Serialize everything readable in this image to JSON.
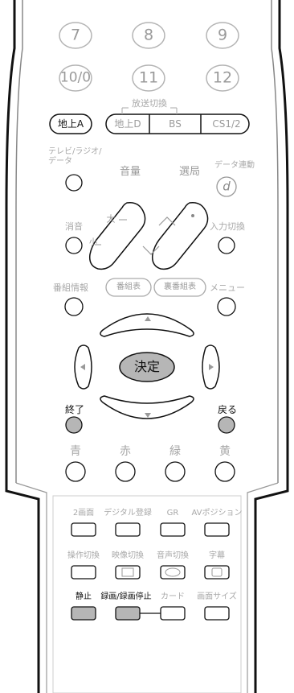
{
  "digit_buttons": [
    "7",
    "8",
    "9",
    "10/0",
    "11",
    "12"
  ],
  "broadcast_switch": {
    "caption": "放送切換",
    "terrestrial_analog": "地上A",
    "terrestrial_digital": "地上D",
    "bs": "BS",
    "cs": "CS1/2"
  },
  "labels": {
    "tv_radio_data_line1": "テレビ/ラジオ/",
    "tv_radio_data_line2": "データ",
    "volume": "音量",
    "channel_select": "選局",
    "data_link": "データ連動",
    "data_symbol": "d",
    "volume_up": "大",
    "volume_down": "小",
    "mute": "消音",
    "input_switch": "入力切換",
    "program_info": "番組情報",
    "program_guide": "番組表",
    "back_program_guide": "裏番組表",
    "menu": "メニュー",
    "enter": "決定",
    "end": "終了",
    "back": "戻る"
  },
  "color_buttons": {
    "blue": "青",
    "red": "赤",
    "green": "緑",
    "yellow": "黄"
  },
  "lower_panel": {
    "row1": [
      "2画面",
      "デジタル登録",
      "GR",
      "AVポジション"
    ],
    "row2": [
      "操作切換",
      "映像切換",
      "音声切換",
      "字幕"
    ],
    "row3": [
      "静止",
      "録画/録画停止",
      "カード",
      "画面サイズ"
    ]
  },
  "colors": {
    "outline": "#111111",
    "light_gray": "#b4b4b4",
    "button_fill": "#b6b6b6",
    "highlight_label": "#111111"
  }
}
